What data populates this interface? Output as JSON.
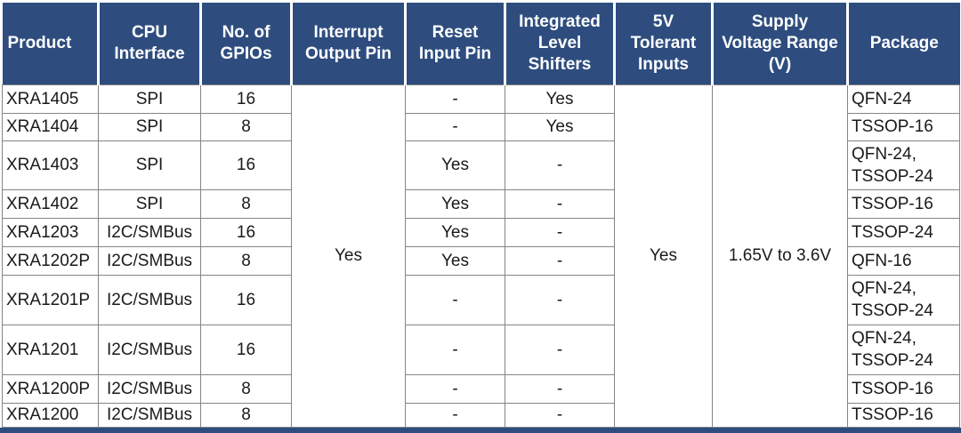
{
  "colors": {
    "header_bg": "#2e4d7e",
    "header_text": "#ffffff",
    "grid_line": "#858585",
    "body_text": "#1a1a1a",
    "bottom_bar": "#2e4d7e"
  },
  "table": {
    "columns": [
      {
        "label": "Product"
      },
      {
        "label": "CPU\nInterface"
      },
      {
        "label": "No. of\nGPIOs"
      },
      {
        "label": "Interrupt\nOutput Pin"
      },
      {
        "label": "Reset\nInput Pin"
      },
      {
        "label": "Integrated\nLevel\nShifters"
      },
      {
        "label": "5V\nTolerant\nInputs"
      },
      {
        "label": "Supply\nVoltage Range\n(V)"
      },
      {
        "label": "Package"
      }
    ],
    "merged": {
      "interrupt_output_pin": "Yes",
      "five_v_tolerant_inputs": "Yes",
      "supply_voltage_range": "1.65V to 3.6V"
    },
    "rows": [
      {
        "product": "XRA1405",
        "cpu_interface": "SPI",
        "gpios": "16",
        "reset_input_pin": "-",
        "level_shifters": "Yes",
        "package": "QFN-24"
      },
      {
        "product": "XRA1404",
        "cpu_interface": "SPI",
        "gpios": "8",
        "reset_input_pin": "-",
        "level_shifters": "Yes",
        "package": "TSSOP-16"
      },
      {
        "product": "XRA1403",
        "cpu_interface": "SPI",
        "gpios": "16",
        "reset_input_pin": "Yes",
        "level_shifters": "-",
        "package": "QFN-24,\nTSSOP-24"
      },
      {
        "product": "XRA1402",
        "cpu_interface": "SPI",
        "gpios": "8",
        "reset_input_pin": "Yes",
        "level_shifters": "-",
        "package": "TSSOP-16"
      },
      {
        "product": "XRA1203",
        "cpu_interface": "I2C/SMBus",
        "gpios": "16",
        "reset_input_pin": "Yes",
        "level_shifters": "-",
        "package": "TSSOP-24"
      },
      {
        "product": "XRA1202P",
        "cpu_interface": "I2C/SMBus",
        "gpios": "8",
        "reset_input_pin": "Yes",
        "level_shifters": "-",
        "package": "QFN-16"
      },
      {
        "product": "XRA1201P",
        "cpu_interface": "I2C/SMBus",
        "gpios": "16",
        "reset_input_pin": "-",
        "level_shifters": "-",
        "package": "QFN-24,\nTSSOP-24"
      },
      {
        "product": "XRA1201",
        "cpu_interface": "I2C/SMBus",
        "gpios": "16",
        "reset_input_pin": "-",
        "level_shifters": "-",
        "package": "QFN-24,\nTSSOP-24"
      },
      {
        "product": "XRA1200P",
        "cpu_interface": "I2C/SMBus",
        "gpios": "8",
        "reset_input_pin": "-",
        "level_shifters": "-",
        "package": "TSSOP-16"
      },
      {
        "product": "XRA1200",
        "cpu_interface": "I2C/SMBus",
        "gpios": "8",
        "reset_input_pin": "-",
        "level_shifters": "-",
        "package": "TSSOP-16"
      }
    ]
  }
}
